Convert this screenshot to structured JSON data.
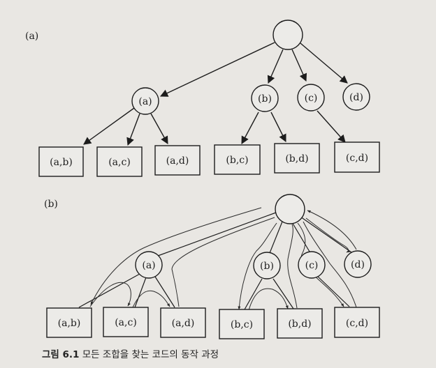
{
  "diagram_a": {
    "label": "(a)",
    "internal_nodes": [
      "(a)",
      "(b)",
      "(c)",
      "(d)"
    ],
    "leaves": [
      "(a,b)",
      "(a,c)",
      "(a,d)",
      "(b,c)",
      "(b,d)",
      "(c,d)"
    ]
  },
  "diagram_b": {
    "label": "(b)",
    "internal_nodes": [
      "(a)",
      "(b)",
      "(c)",
      "(d)"
    ],
    "leaves": [
      "(a,b)",
      "(a,c)",
      "(a,d)",
      "(b,c)",
      "(b,d)",
      "(c,d)"
    ]
  },
  "caption": {
    "figure_number": "그림 6.1",
    "text": "모든 조합을 찾는 코드의 동작 과정"
  }
}
